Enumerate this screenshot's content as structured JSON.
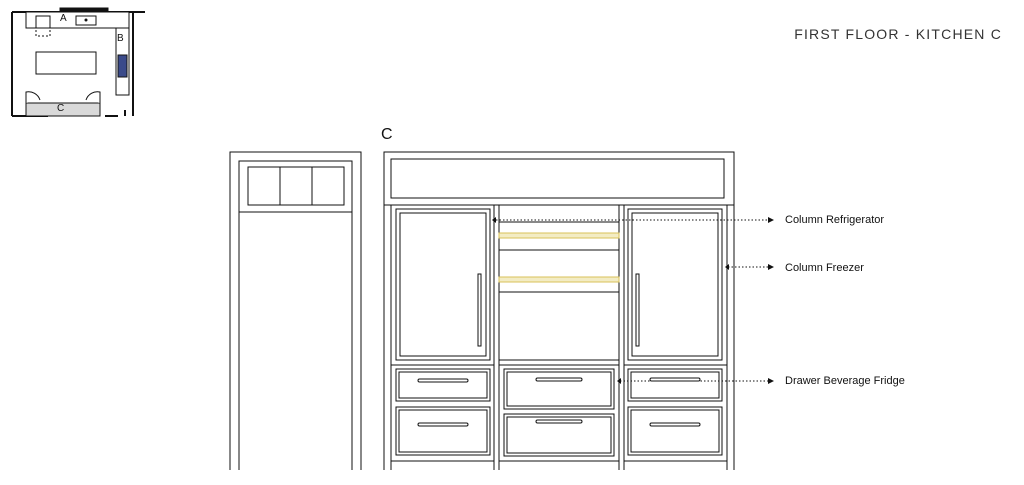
{
  "header": {
    "title": "FIRST FLOOR - KITCHEN C"
  },
  "key_plan": {
    "labels": [
      "A",
      "B",
      "C"
    ]
  },
  "elevation": {
    "section_letter": "C",
    "callouts": [
      {
        "text": "Column Refrigerator"
      },
      {
        "text": "Column Freezer"
      },
      {
        "text": "Drawer Beverage Fridge"
      }
    ]
  },
  "colors": {
    "line": "#111111",
    "plan_fill": "#d9d9d9",
    "shelf_accent": "#d8c25a",
    "appliance_blue": "#3a4a8a"
  }
}
